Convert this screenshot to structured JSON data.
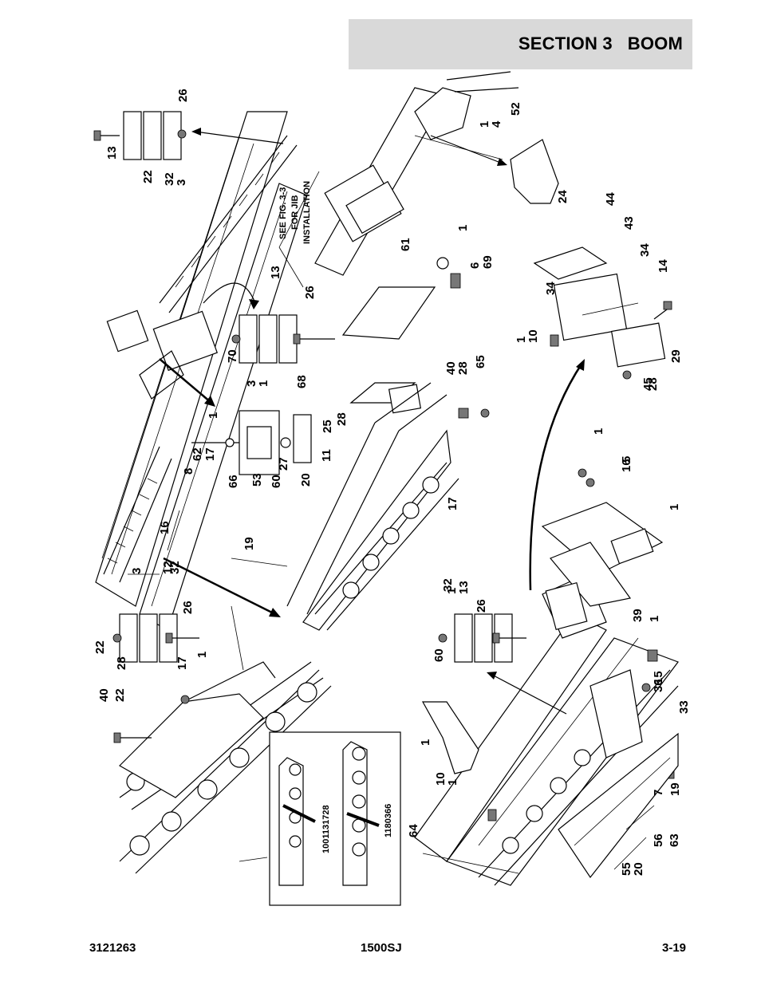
{
  "header": {
    "title": "SECTION 3   BOOM"
  },
  "footer": {
    "doc_number": "3121263",
    "model": "1500SJ",
    "page": "3-19"
  },
  "drawing": {
    "note": [
      "SEE FIG. 3-3",
      "FOR JIB",
      "INSTALLATION"
    ],
    "inset_part_numbers": [
      "1001131728",
      "1180366"
    ],
    "callouts": [
      "26",
      "13",
      "22",
      "32",
      "3",
      "1",
      "4",
      "52",
      "24",
      "44",
      "43",
      "34",
      "14",
      "34",
      "1",
      "10",
      "29",
      "28",
      "45",
      "61",
      "1",
      "6",
      "69",
      "13",
      "26",
      "70",
      "3",
      "1",
      "40",
      "28",
      "65",
      "68",
      "1",
      "62",
      "17",
      "8",
      "66",
      "53",
      "27",
      "60",
      "25",
      "28",
      "11",
      "20",
      "17",
      "19",
      "16",
      "3",
      "32",
      "12",
      "26",
      "22",
      "28",
      "17",
      "1",
      "40",
      "22",
      "32",
      "1",
      "13",
      "26",
      "60",
      "1",
      "5",
      "16",
      "1",
      "39",
      "1",
      "15",
      "36",
      "33",
      "1",
      "10",
      "1",
      "7",
      "19",
      "64",
      "56",
      "63",
      "55",
      "20"
    ]
  }
}
